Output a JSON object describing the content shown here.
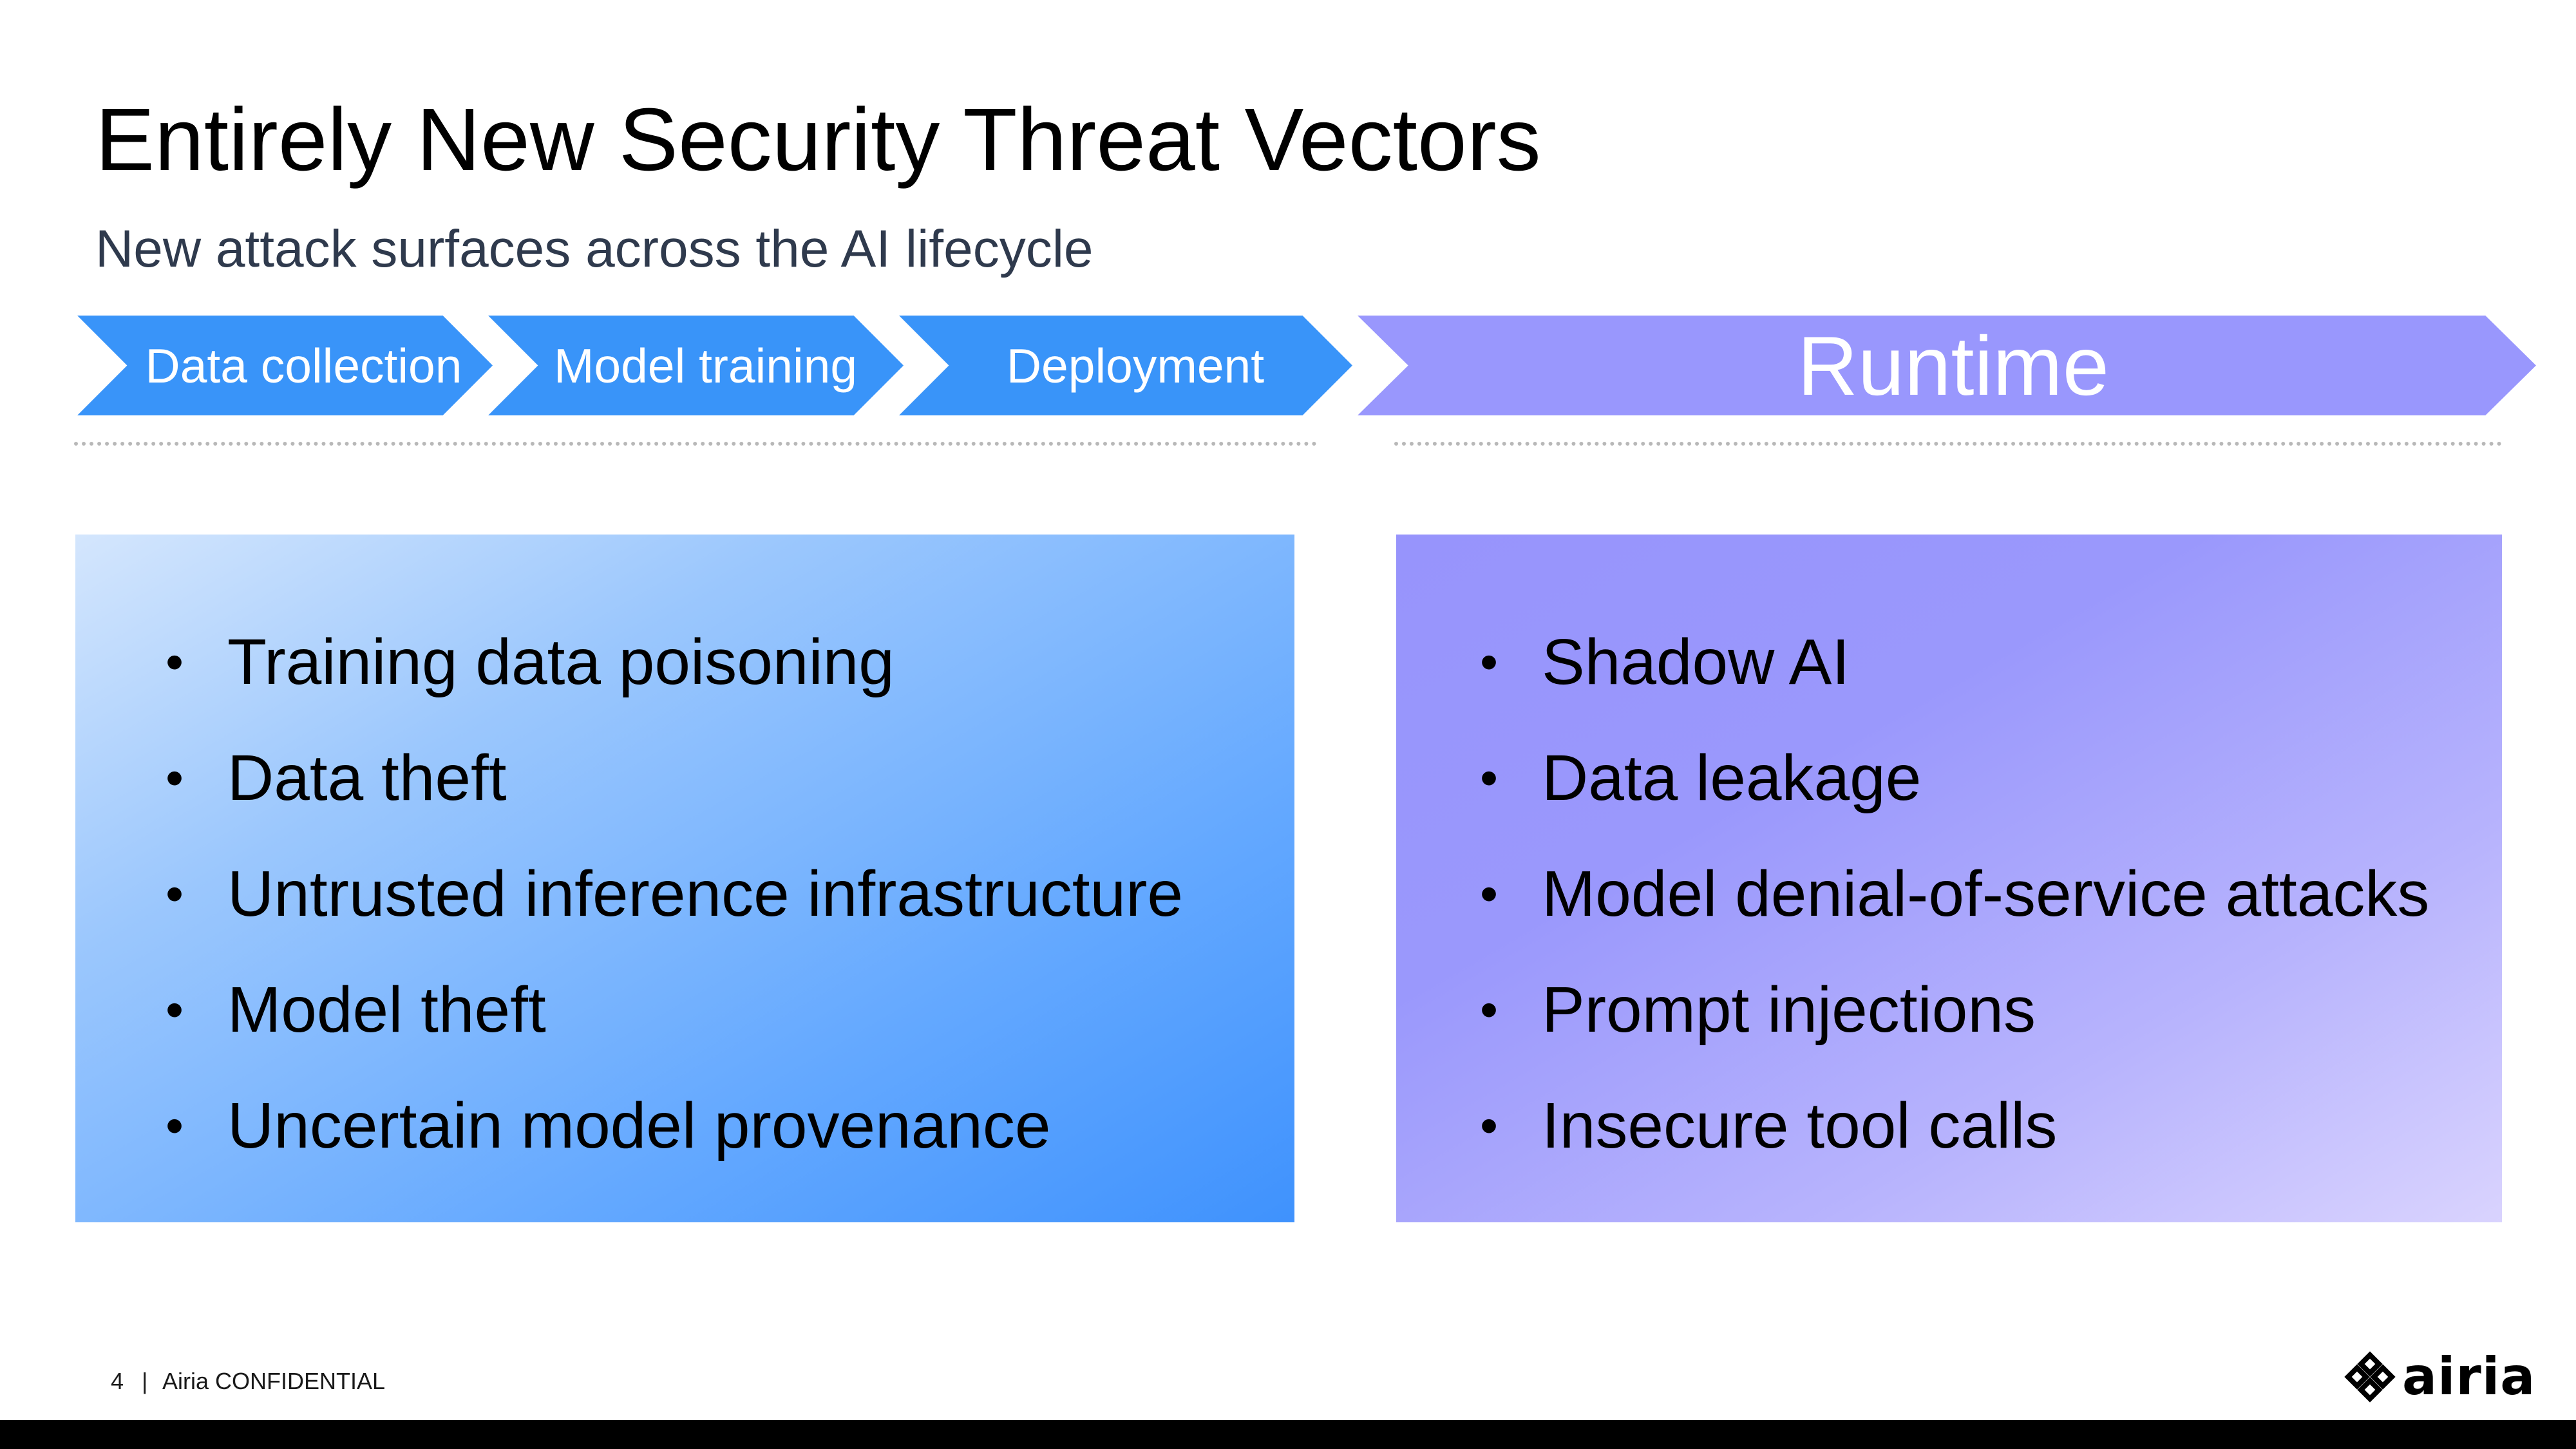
{
  "slide": {
    "title": "Entirely New Security Threat Vectors",
    "subtitle": "New attack surfaces across the AI lifecycle"
  },
  "colors": {
    "stage_blue": "#3994f9",
    "runtime_purple": "#9997fd",
    "left_panel_start": "#d4e6fd",
    "left_panel_end": "#3f92fd",
    "right_panel_start": "#9794fc",
    "right_panel_end": "#d9d3fe"
  },
  "stages": [
    {
      "label": "Data collection"
    },
    {
      "label": "Model training"
    },
    {
      "label": "Deployment"
    },
    {
      "label": "Runtime"
    }
  ],
  "bullet_symbol": "•",
  "left_panel": {
    "items": [
      "Training data poisoning",
      "Data theft",
      "Untrusted inference infrastructure",
      "Model theft",
      "Uncertain model provenance"
    ]
  },
  "right_panel": {
    "items": [
      "Shadow AI",
      "Data leakage",
      "Model denial-of-service attacks",
      "Prompt injections",
      "Insecure tool calls"
    ]
  },
  "footer": {
    "page_number": "4",
    "separator": "|",
    "confidential": "Airia CONFIDENTIAL",
    "logo_text": "airia",
    "logo_icon": "airia-logo-icon"
  }
}
